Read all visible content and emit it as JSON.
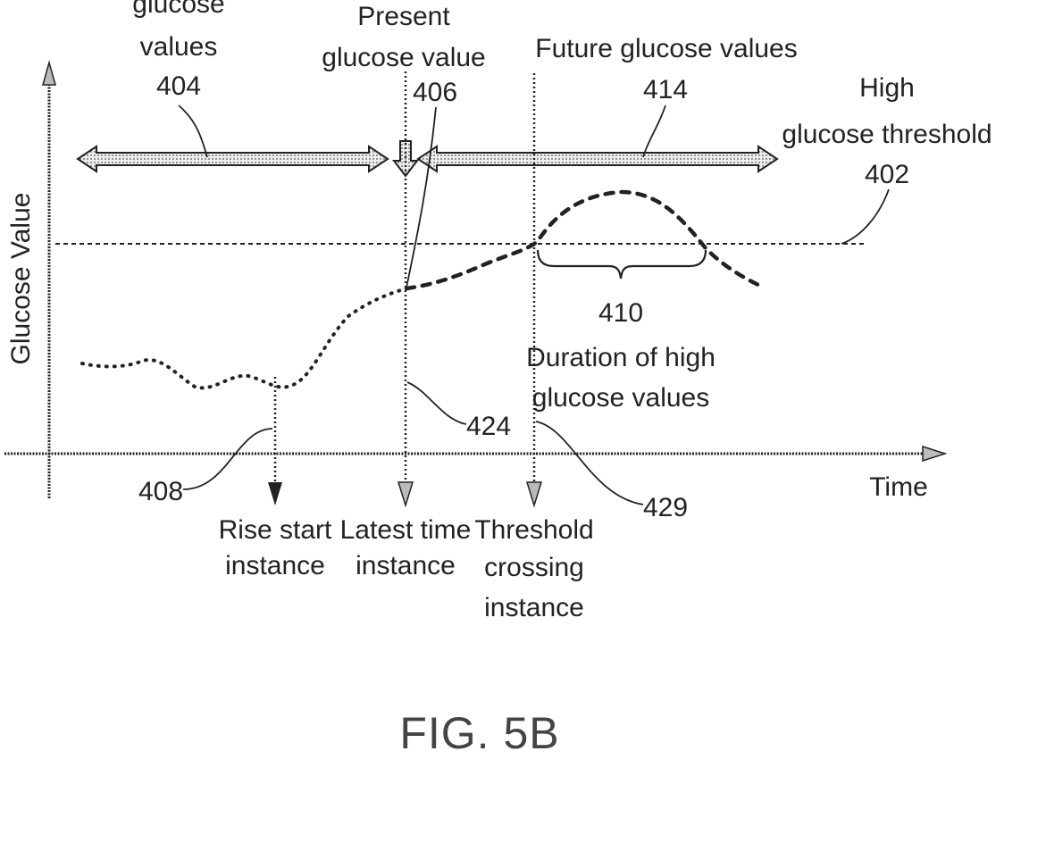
{
  "axes": {
    "y_label": "Glucose Value",
    "x_label": "Time"
  },
  "past": {
    "line1": "glucose",
    "line2": "values",
    "ref": "404"
  },
  "present": {
    "line1": "Present",
    "line2": "glucose value",
    "ref": "406"
  },
  "future": {
    "line1": "Future glucose values",
    "ref": "414"
  },
  "threshold": {
    "line1": "High",
    "line2": "glucose threshold",
    "ref": "402"
  },
  "duration": {
    "ref": "410",
    "line1": "Duration of high",
    "line2": "glucose values"
  },
  "rise": {
    "ref": "408",
    "line1": "Rise start",
    "line2": "instance"
  },
  "latest": {
    "ref": "424",
    "line1": "Latest time",
    "line2": "instance"
  },
  "crossing": {
    "ref": "429",
    "line1": "Threshold",
    "line2": "crossing",
    "line3": "instance"
  },
  "figure_label": "FIG. 5B",
  "colors": {
    "ink": "#222222",
    "arrow_fill": "#eeeeee",
    "figure_text": "#444444"
  }
}
